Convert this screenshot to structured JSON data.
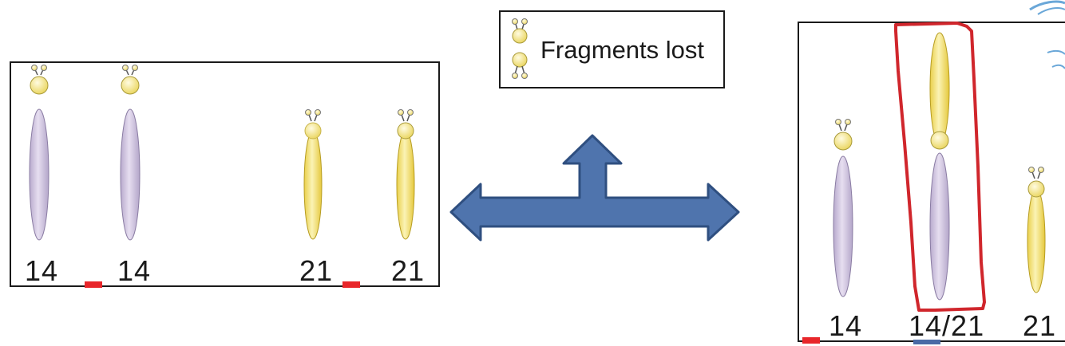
{
  "legend": {
    "text": "Fragments lost"
  },
  "left_panel": {
    "labels": [
      "14",
      "14",
      "21",
      "21"
    ]
  },
  "right_panel": {
    "labels": [
      "14",
      "14/21",
      "21"
    ]
  },
  "colors": {
    "chromosome_14": "#d6cde4",
    "chromosome_21": "#f7e88c",
    "centromere": "#f9ec8e",
    "arrow_fill": "#4f74ad",
    "arrow_stroke": "#2f4f80",
    "highlight": "#d0262c",
    "marker_red": "#e8262a",
    "marker_blue": "#4a6aa5"
  }
}
